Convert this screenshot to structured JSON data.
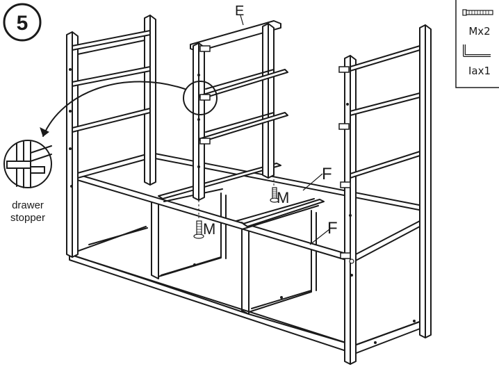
{
  "step": {
    "number": "5"
  },
  "parts_box": {
    "items": [
      {
        "icon": "screw-icon",
        "label": "Mx2"
      },
      {
        "icon": "allen-key-icon",
        "label": "Iax1"
      }
    ]
  },
  "callouts": {
    "panel_e": "E",
    "rail_f_upper": "F",
    "rail_f_lower": "F",
    "screw_m_upper": "M",
    "screw_m_lower": "M"
  },
  "detail": {
    "caption_line1": "drawer",
    "caption_line2": "stopper"
  }
}
